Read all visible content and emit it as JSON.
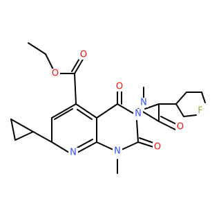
{
  "colors": {
    "background": "#ffffff",
    "bond": "#000000",
    "oxygen": "#ff0d0d",
    "nitrogen": "#3050f8",
    "fluorine": "#8fb43c"
  },
  "atoms": {
    "ester_o_ether": "O",
    "ester_o_carbonyl": "O",
    "c4_carbonyl_o": "O",
    "c2_carbonyl_o": "O",
    "amide_o": "O",
    "n3": "N",
    "n1": "N",
    "n8": "N",
    "amide_n": "N",
    "fluorine": "F"
  }
}
